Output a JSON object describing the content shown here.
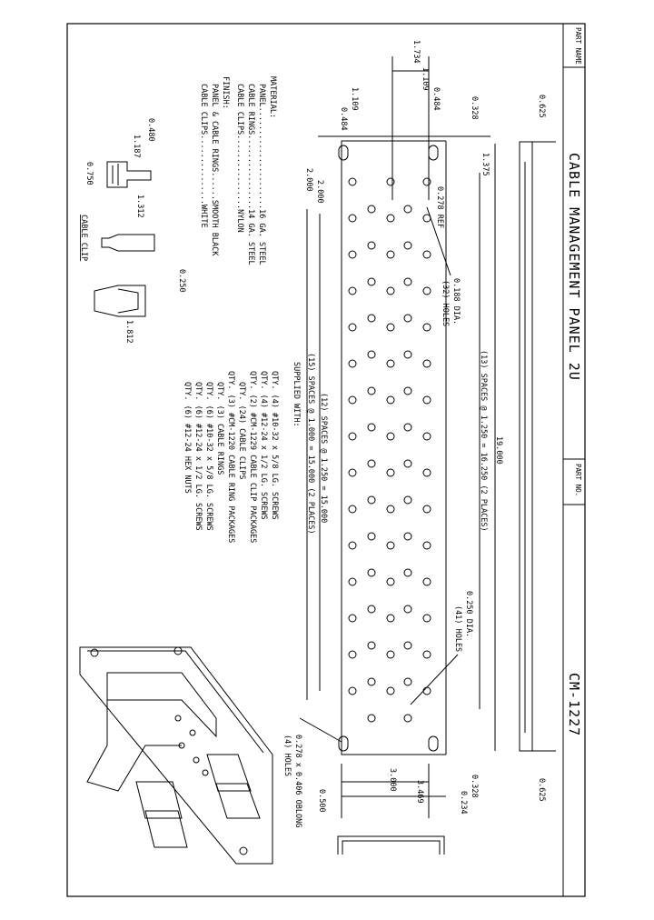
{
  "title_block": {
    "part_name_label": "PART NAME",
    "part_name": "CABLE MANAGEMENT PANEL 2U",
    "part_no_label": "PART NO.",
    "part_no": "CM-1227"
  },
  "material": {
    "heading": "MATERIAL:",
    "panel": "PANEL......................16 GA. STEEL",
    "cable_rings": "CABLE RINGS................14 GA. STEEL",
    "cable_clips": "CABLE CLIPS................NYLON"
  },
  "finish": {
    "heading": "FINISH:",
    "panel_rings": "PANEL & CABLE RINGS......SMOOTH BLACK",
    "cable_clips": "CABLE CLIPS...............WHITE"
  },
  "supplied": {
    "heading": "SUPPLIED WITH:",
    "items": [
      "QTY. (4) #10-32 x 5/8 LG. SCREWS",
      "QTY. (4) #12-24 x 1/2 LG. SCREWS",
      "QTY. (2) #CM-1229 CABLE CLIP PACKAGES",
      "QTY. (24) CABLE CLIPS",
      "QTY. (3) #CM-1220 CABLE RING PACKAGES",
      "QTY. (3) CABLE RINGS",
      "QTY. (6) #10-32 x 5/8 LG. SCREWS",
      "QTY. (6) #12-24 x 1/2 LG. SCREWS",
      "QTY. (6) #12-24 HEX NUTS"
    ]
  },
  "clip": {
    "caption": "CABLE CLIP",
    "dims": [
      "0.480",
      "1.187",
      "0.750",
      "1.312",
      "0.250",
      "1.812"
    ]
  },
  "dims": {
    "d0625": "0.625",
    "d0328": "0.328",
    "d0484": "0.484",
    "d1109": "1.109",
    "d1734": "1.734",
    "d1375": "1.375",
    "d2000": "2.000",
    "ref": "0.278 REF",
    "dia188": "0.188 DIA.",
    "holes32": "(32) HOLES",
    "spaces13": "(13) SPACES @ 1.250 = 16.250 (2 PLACES)",
    "spaces12": "(12) SPACES @ 1.250 = 15.000",
    "spaces15": "(15) SPACES @ 1.000 = 15.000 (2 PLACES)",
    "overall": "19.000",
    "dia250": "0.250 DIA.",
    "holes41": "(41) HOLES",
    "oblong": "0.278 x 0.406 OBLONG",
    "holes4": "(4) HOLES",
    "d3000": "3.000",
    "d3469": "3.469",
    "d0234": "0.234",
    "d0500": "0.500"
  }
}
